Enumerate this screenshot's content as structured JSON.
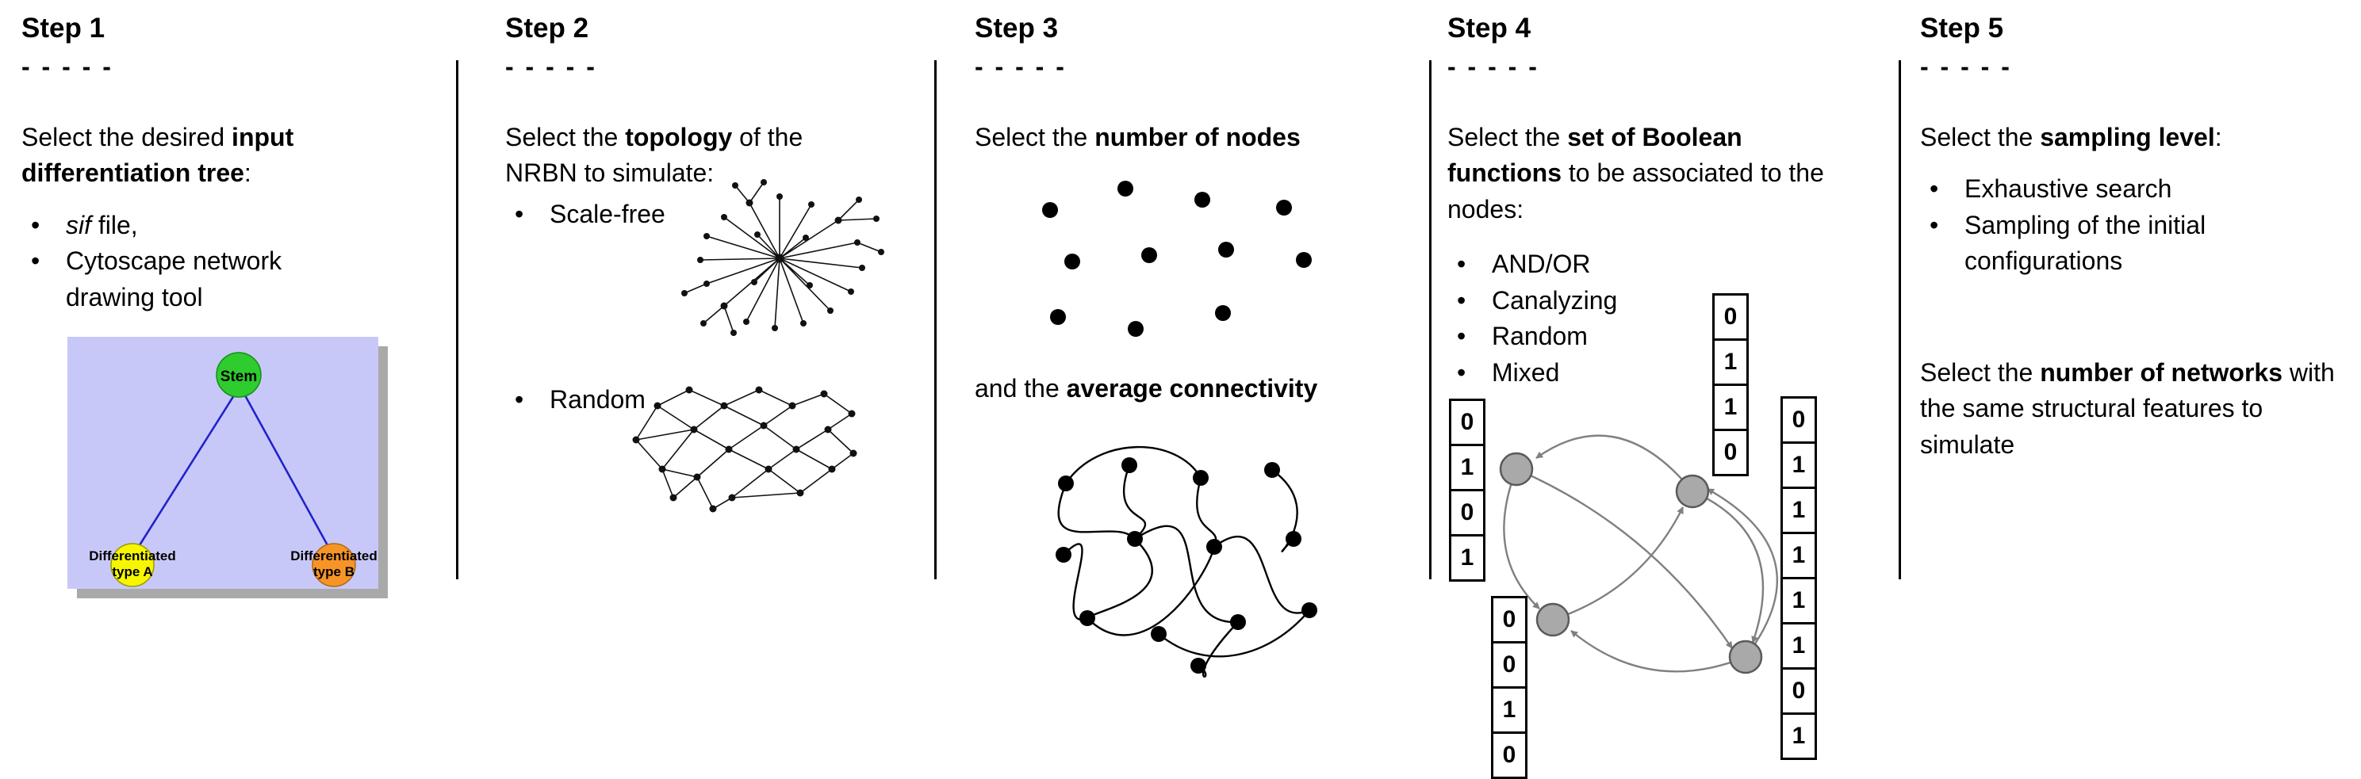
{
  "colors": {
    "stem_green": "#2ecc2e",
    "type_a_yellow": "#f6f600",
    "type_b_orange": "#f79428",
    "tree_bg": "#c8c8f8",
    "tree_edge_blue": "#2222cc",
    "node_gray": "#a9a9a9",
    "arrow_gray": "#808080"
  },
  "steps": [
    {
      "title": "Step 1",
      "dashes": "- - - - -",
      "intro": {
        "pre": "Select the desired ",
        "bold": "input differentiation tree",
        "post": ":"
      },
      "bullets": [
        {
          "italic": "sif",
          "rest": " file,"
        },
        {
          "rest": "Cytoscape network drawing tool"
        }
      ],
      "tree": {
        "stem": "Stem",
        "type_a_line1": "Differentiated",
        "type_a_line2": "type A",
        "type_b_line1": "Differentiated",
        "type_b_line2": "type B"
      }
    },
    {
      "title": "Step 2",
      "dashes": "- - - - -",
      "intro": {
        "pre": "Select the ",
        "bold": "topology",
        "post": " of the NRBN to simulate:"
      },
      "bullets": [
        {
          "rest": "Scale-free"
        },
        {
          "rest": "Random"
        }
      ]
    },
    {
      "title": "Step 3",
      "dashes": "- - - - -",
      "intro": {
        "pre": "Select the ",
        "bold": "number of nodes",
        "post": ""
      },
      "intro2": {
        "pre": "and the ",
        "bold": "average connectivity",
        "post": ""
      }
    },
    {
      "title": "Step 4",
      "dashes": "- - - - -",
      "intro": {
        "pre": "Select the ",
        "bold": "set of Boolean functions",
        "post": " to be associated to the nodes:"
      },
      "bullets": [
        {
          "rest": "AND/OR"
        },
        {
          "rest": "Canalyzing"
        },
        {
          "rest": "Random"
        },
        {
          "rest": "Mixed"
        }
      ],
      "tables": {
        "left": [
          "0",
          "1",
          "0",
          "1"
        ],
        "top": [
          "0",
          "1",
          "1",
          "0"
        ],
        "bottom": [
          "0",
          "0",
          "1",
          "0"
        ],
        "right": [
          "0",
          "1",
          "1",
          "1",
          "1",
          "1",
          "0",
          "1"
        ]
      }
    },
    {
      "title": "Step 5",
      "dashes": "- - - - -",
      "intro": {
        "pre": "Select the ",
        "bold": "sampling level",
        "post": ":"
      },
      "bullets": [
        {
          "rest": "Exhaustive search"
        },
        {
          "rest": "Sampling of the initial configurations"
        }
      ],
      "intro2": {
        "pre": "Select the ",
        "bold": "number of networks",
        "post": " with the same structural features to simulate"
      }
    }
  ]
}
